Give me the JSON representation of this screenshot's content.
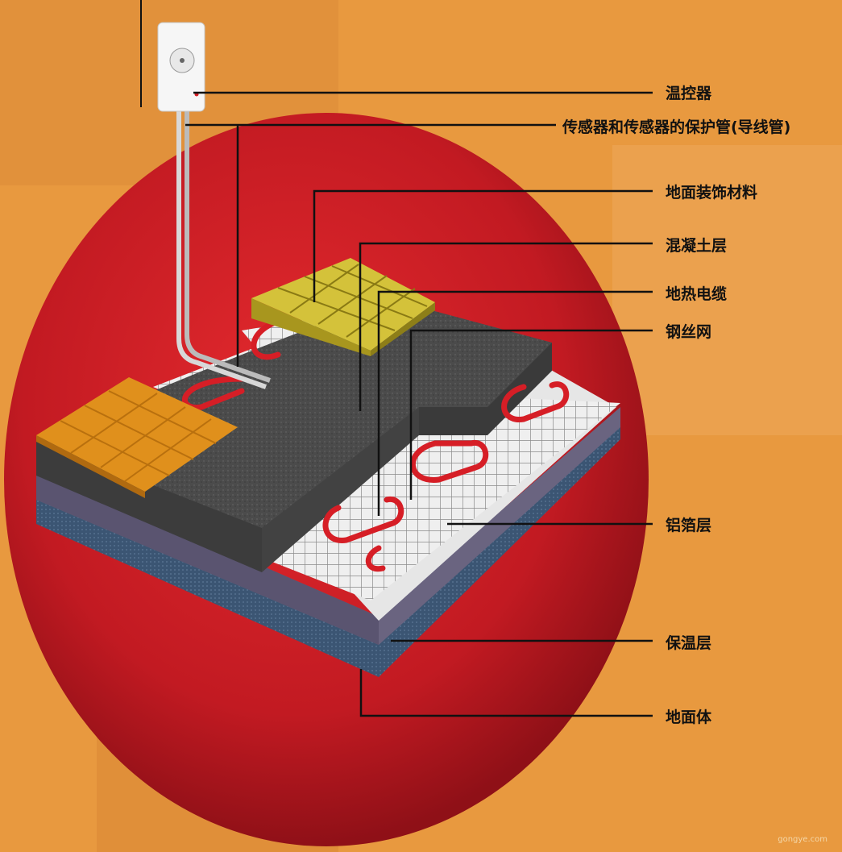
{
  "labels": {
    "thermostat": "温控器",
    "sensor_pipe": "传感器和传感器的保护管(导线管)",
    "floor_finish": "地面装饰材料",
    "concrete_layer": "混凝土层",
    "heating_cable": "地热电缆",
    "steel_mesh": "钢丝网",
    "aluminum_foil": "铝箔层",
    "insulation": "保温层",
    "ground_base": "地面体"
  },
  "watermark": "gongye.com",
  "colors": {
    "background": "#e8993f",
    "circle": "#c41a22",
    "concrete": "#4a4a4a",
    "cable": "#d61e26",
    "insulation": "#6a6480",
    "ground": "#3d5775",
    "yellow_tile": "#d4c23a",
    "orange_tile": "#e0901c"
  }
}
